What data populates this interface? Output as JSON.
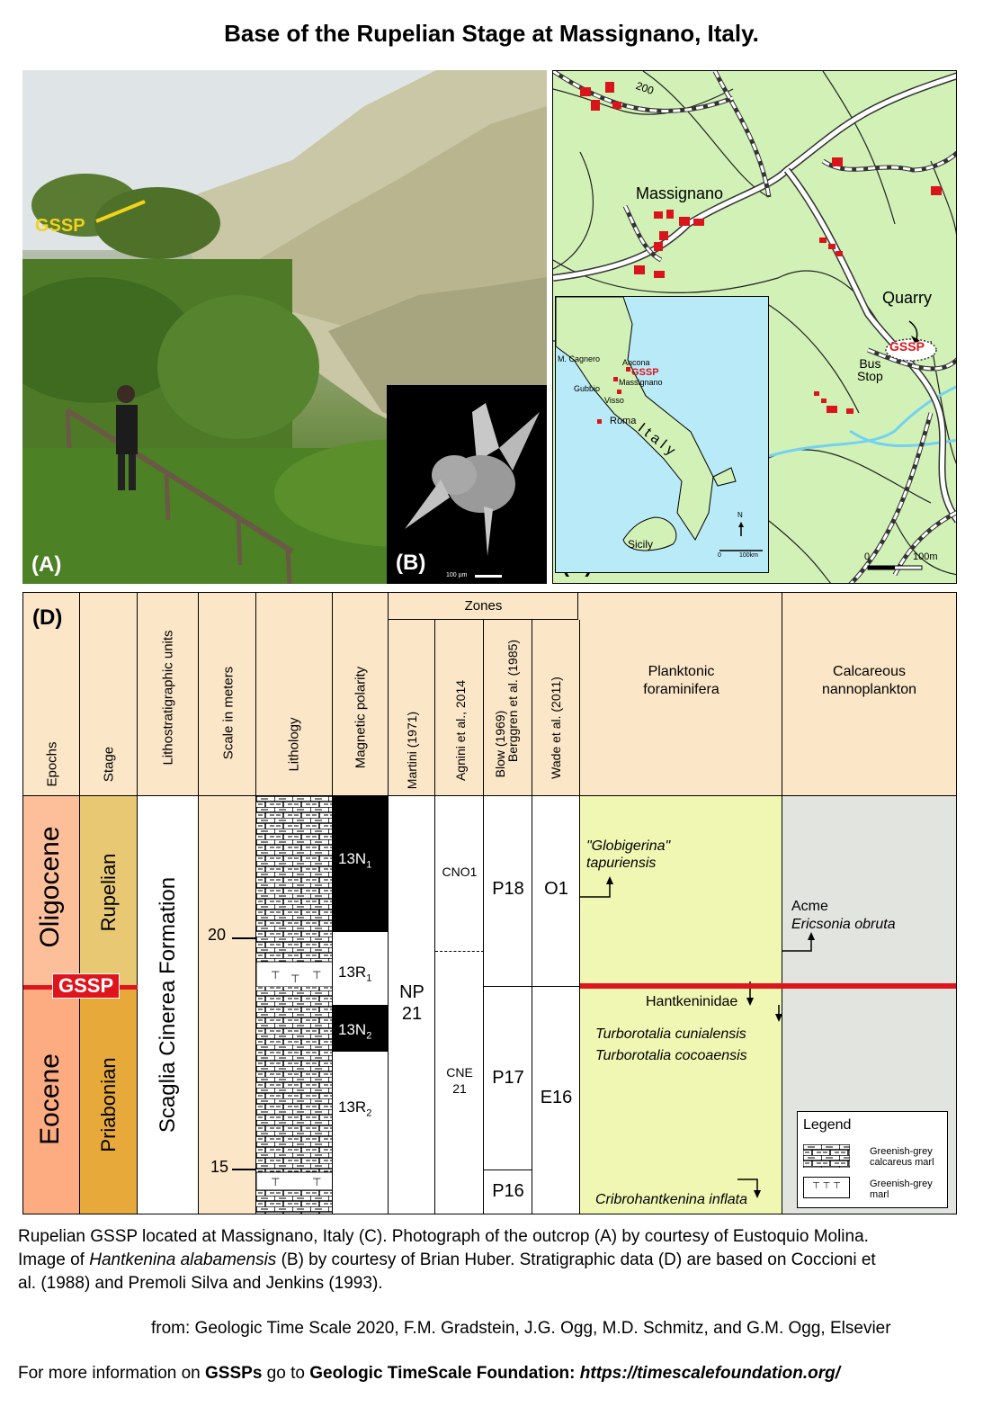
{
  "title": "Base of the Rupelian Stage at Massignano, Italy.",
  "panel_a": {
    "letter": "(A)",
    "gssp_label": "GSSP"
  },
  "panel_b": {
    "letter": "(B)",
    "scale": "100 µm"
  },
  "panel_c": {
    "letter": "(C)",
    "massignano": "Massignano",
    "contour": "200",
    "quarry": "Quarry",
    "gssp": "GSSP",
    "bus_stop": "Bus\nStop",
    "scale_zero": "0",
    "scale_end": "100m",
    "inset": {
      "cagnero": "M. Cagnero",
      "ancona": "Ancona",
      "gssp": "GSSP",
      "massignano": "Massignano",
      "gubbio": "Gubbio",
      "visso": "Visso",
      "roma": "Roma",
      "italy": "I t a l y",
      "sicily": "Sicily",
      "north": "N",
      "scale_zero": "0",
      "scale_end": "100km"
    }
  },
  "panel_d": {
    "letter": "(D)",
    "headers": {
      "epochs": "Epochs",
      "stage": "Stage",
      "litho_units": "Lithostratigraphic units",
      "scale": "Scale in meters",
      "lithology": "Lithology",
      "magnetic": "Magnetic polarity",
      "zones": "Zones",
      "martini": "Martini (1971)",
      "agnini": "Agnini et al., 2014",
      "blow": "Blow (1969)",
      "berggren": "Berggren et al. (1985)",
      "wade": "Wade et al. (2011)",
      "forams": "Planktonic\nforaminifera",
      "nanno": "Calcareous\nnannoplankton"
    },
    "epochs": {
      "upper": "Oligocene",
      "lower": "Eocene"
    },
    "stages": {
      "upper": "Rupelian",
      "lower": "Priabonian"
    },
    "formation": "Scaglia Cinerea Formation",
    "scale_ticks": [
      "20",
      "15"
    ],
    "gssp": "GSSP",
    "polarity": [
      {
        "base": "13N",
        "sub": "1"
      },
      {
        "base": "13R",
        "sub": "1"
      },
      {
        "base": "13N",
        "sub": "2"
      },
      {
        "base": "13R",
        "sub": "2"
      }
    ],
    "martini_zone": "NP\n21",
    "agnini_zones": [
      "CNO1",
      "CNE\n21"
    ],
    "blow_zones": [
      "P18",
      "P17",
      "P16"
    ],
    "wade_zones": [
      "O1",
      "E16"
    ],
    "forams": {
      "globigerina": "\"Globigerina\"\ntapuriensis",
      "hantkeninidae": "Hantkeninidae",
      "cunialensis": "Turborotalia cunialensis",
      "cocoaensis": "Turborotalia cocoaensis",
      "cribro": "Cribrohantkenina inflata"
    },
    "nanno": {
      "acme": "Acme",
      "ericsonia": "Ericsonia obruta"
    },
    "legend": {
      "title": "Legend",
      "item1": "Greenish-grey\ncalcareus marl",
      "item2": "Greenish-grey\nmarl"
    }
  },
  "caption": {
    "line1": "Rupelian GSSP located at Massignano, Italy (C). Photograph of the outcrop (A) by courtesy of Eustoquio Molina.",
    "line2a": "Image of ",
    "line2b": "Hantkenina alabamensis",
    "line2c": " (B) by courtesy of Brian Huber. Stratigraphic data (D) are based on Coccioni et",
    "line3": "al. (1988) and Premoli Silva and Jenkins (1993).",
    "source": "from: Geologic Time Scale 2020, F.M. Gradstein, J.G. Ogg, M.D. Schmitz, and G.M. Ogg, Elsevier",
    "more_a": "For more information on ",
    "more_b": "GSSPs",
    "more_c": " go to ",
    "more_d": "Geologic TimeScale Foundation:",
    "more_e": "https://timescalefoundation.org/"
  }
}
